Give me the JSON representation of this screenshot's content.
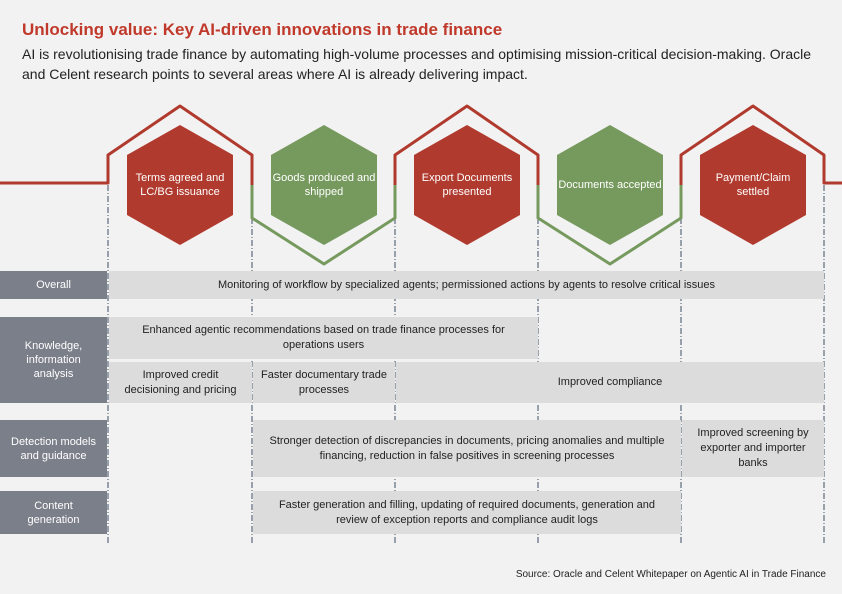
{
  "title": "Unlocking value: Key AI-driven innovations in trade finance",
  "subtitle": "AI is revolutionising trade finance by automating high-volume processes and optimising mission-critical decision-making. Oracle and Celent research points to several areas where AI is already delivering impact.",
  "colors": {
    "red": "#b03a2e",
    "green": "#76995e",
    "label": "#7b7f8a",
    "cell": "#dcdcdc"
  },
  "stages": [
    "Terms agreed and LC/BG issuance",
    "Goods produced and shipped",
    "Export Documents presented",
    "Documents accepted",
    "Payment/Claim settled"
  ],
  "rows": {
    "overall": {
      "label": "Overall",
      "cells": [
        "Monitoring of workflow by specialized agents; permissioned actions by agents to resolve critical issues"
      ]
    },
    "knowledge": {
      "label": "Knowledge, information analysis",
      "cells": [
        "Enhanced agentic recommendations based on trade finance processes for operations users",
        "Improved credit decisioning and pricing",
        "Faster documentary trade processes",
        "Improved compliance"
      ]
    },
    "detection": {
      "label": "Detection models and guidance",
      "cells": [
        "Stronger detection of discrepancies in documents, pricing anomalies and multiple financing, reduction in false positives in screening processes",
        "Improved screening by exporter and importer banks"
      ]
    },
    "content": {
      "label": "Content generation",
      "cells": [
        "Faster generation and filling, updating of required documents, generation and review of exception reports and compliance audit logs"
      ]
    }
  },
  "source": "Source: Oracle and Celent Whitepaper on Agentic AI in Trade Finance"
}
